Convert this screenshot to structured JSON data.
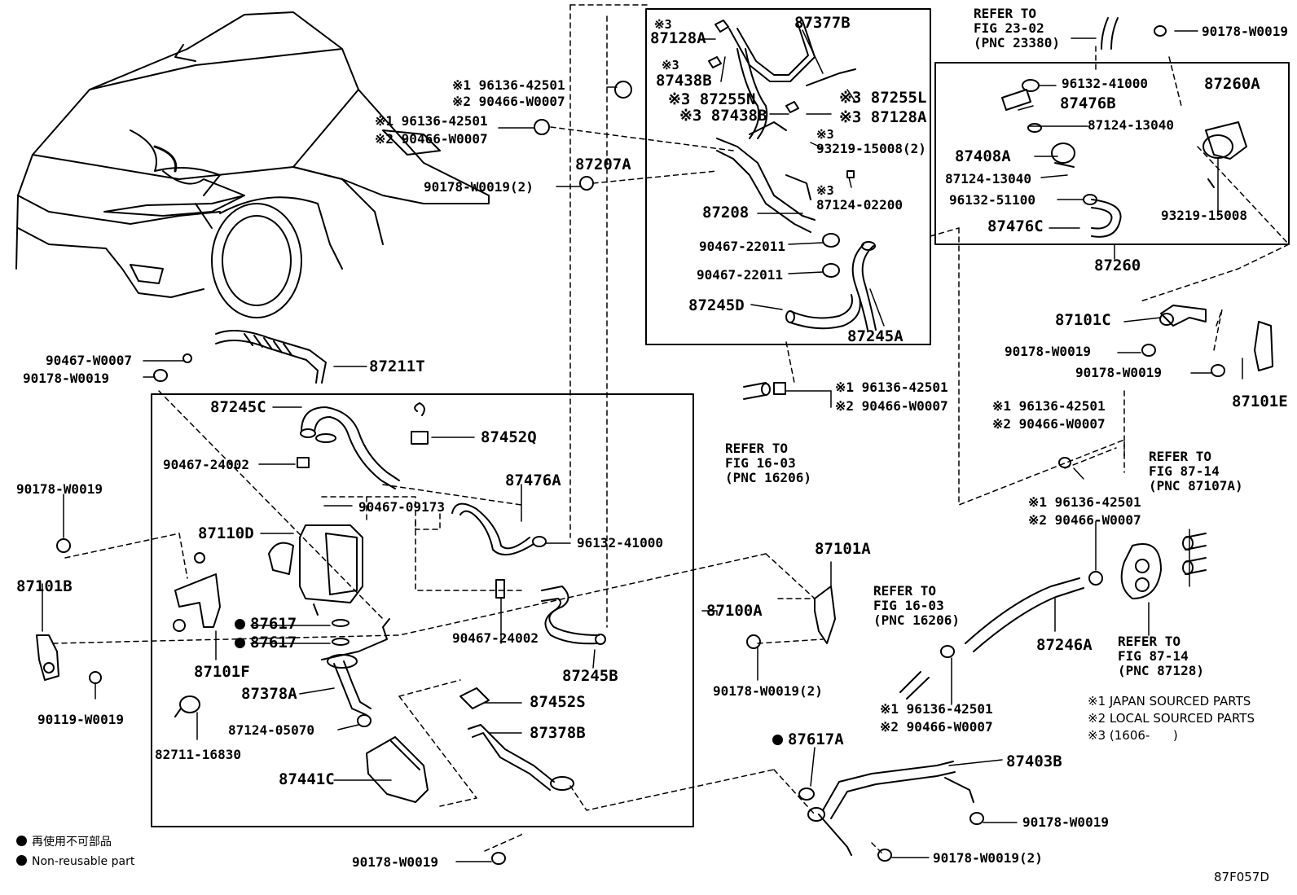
{
  "labels": {
    "l_96136_42501_a": "※1 96136-42501",
    "l_90466_W0007_a": "※2 90466-W0007",
    "l_96136_42501_b": "※1 96136-42501",
    "l_90466_W0007_b": "※2 90466-W0007",
    "l_90178_W0019_2_a": "90178-W0019(2)",
    "l_87207A": "87207A",
    "l_87128A_top": "87128A",
    "l_87128A_top_mark": "※3",
    "l_87377B": "87377B",
    "l_87438B_a": "87438B",
    "l_87438B_a_mark": "※3",
    "l_87255N": "※3 87255N",
    "l_87255L": "※3 87255L",
    "l_87438B_b": "※3 87438B",
    "l_87128A_b": "※3 87128A",
    "l_93219_15008_2": "93219-15008(2)",
    "l_93219_15008_2_mark": "※3",
    "l_87124_02200": "87124-02200",
    "l_87124_02200_mark": "※3",
    "l_87208": "87208",
    "l_90467_22011_a": "90467-22011",
    "l_90467_22011_b": "90467-22011",
    "l_87245D": "87245D",
    "l_87245A": "87245A",
    "l_refer_23_02": "REFER TO\nFIG 23-02\n(PNC 23380)",
    "l_90178_W0019_tr": "90178-W0019",
    "l_96132_41000_a": "96132-41000",
    "l_87476B": "87476B",
    "l_87124_13040_a": "87124-13040",
    "l_87408A": "87408A",
    "l_87124_13040_b": "87124-13040",
    "l_96132_51100": "96132-51100",
    "l_87476C": "87476C",
    "l_87260A": "87260A",
    "l_93219_15008": "93219-15008",
    "l_87260": "87260",
    "l_87101C": "87101C",
    "l_90178_W0019_c1": "90178-W0019",
    "l_90178_W0019_c2": "90178-W0019",
    "l_87101E": "87101E",
    "l_90467_W0007": "90467-W0007",
    "l_90178_W0019_l1": "90178-W0019",
    "l_87211T": "87211T",
    "l_87245C": "87245C",
    "l_87452Q": "87452Q",
    "l_90467_24002_a": "90467-24002",
    "l_90467_09173": "90467-09173",
    "l_87476A": "87476A",
    "l_87110D": "87110D",
    "l_96132_41000_b": "96132-41000",
    "l_90178_W0019_l2": "90178-W0019",
    "l_87101B": "87101B",
    "l_87617_a": "87617",
    "l_87617_b": "87617",
    "l_87101F": "87101F",
    "l_87378A": "87378A",
    "l_90467_24002_b": "90467-24002",
    "l_87245B": "87245B",
    "l_87100A": "87100A",
    "l_90119_W0019": "90119-W0019",
    "l_87452S": "87452S",
    "l_87124_05070": "87124-05070",
    "l_87378B": "87378B",
    "l_82711_16830": "82711-16830",
    "l_87441C": "87441C",
    "l_96136_42501_c": "※1 96136-42501",
    "l_90466_W0007_c": "※2 90466-W0007",
    "l_refer_16_03_a": "REFER TO\nFIG 16-03\n(PNC 16206)",
    "l_96136_42501_d": "※1 96136-42501",
    "l_90466_W0007_d": "※2 90466-W0007",
    "l_refer_87_14_a": "REFER TO\nFIG 87-14\n(PNC 87107A)",
    "l_96136_42501_e": "※1 96136-42501",
    "l_90466_W0007_e": "※2 90466-W0007",
    "l_87101A": "87101A",
    "l_refer_16_03_b": "REFER TO\nFIG 16-03\n(PNC 16206)",
    "l_90178_W0019_2_b": "90178-W0019(2)",
    "l_87246A": "87246A",
    "l_refer_87_14_b": "REFER TO\nFIG 87-14\n(PNC 87128)",
    "l_96136_42501_f": "※1 96136-42501",
    "l_90466_W0007_f": "※2 90466-W0007",
    "l_note1": "※1 JAPAN SOURCED PARTS",
    "l_note2": "※2 LOCAL SOURCED PARTS",
    "l_note3": "※3 (1606-      )",
    "l_87617A": "87617A",
    "l_87403B": "87403B",
    "l_90178_W0019_b1": "90178-W0019",
    "l_90178_W0019_2_c": "90178-W0019(2)",
    "l_90178_W0019_bottom": "90178-W0019",
    "l_legend_jp": "再使用不可部品",
    "l_legend_en": "Non-reusable part",
    "l_figure_code": "87F057D"
  }
}
